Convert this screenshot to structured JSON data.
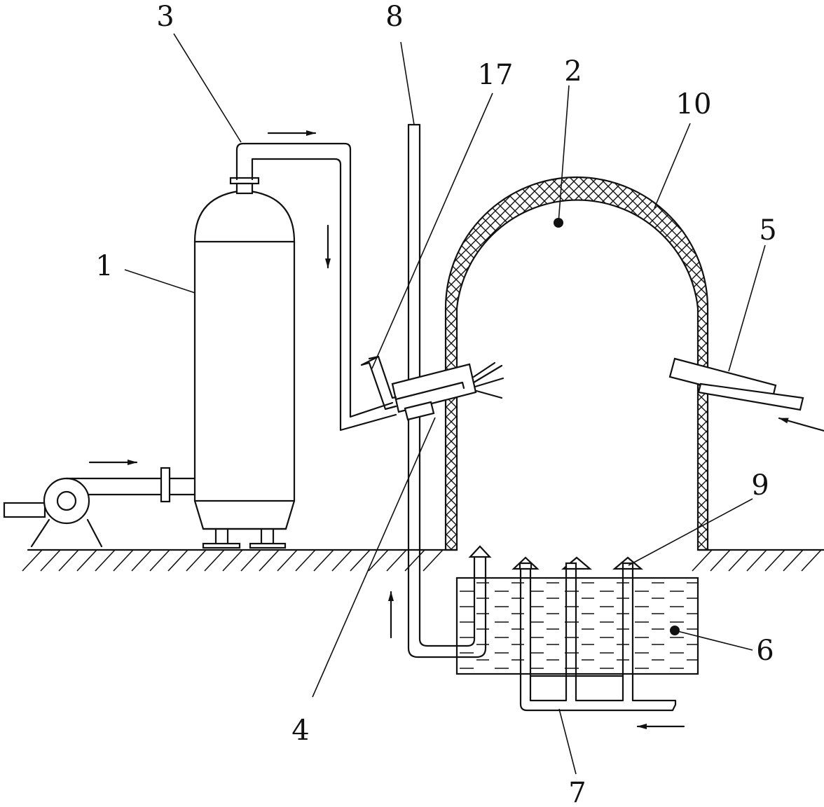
{
  "figure": {
    "background_color": "#ffffff",
    "line_color": "#111111"
  },
  "labels": {
    "tank": "1",
    "chamber": "2",
    "gas_pipe": "3",
    "burner": "4",
    "side_inlet": "5",
    "liquid_pool": "6",
    "bottom_pipe": "7",
    "vertical_pipe": "8",
    "nozzle_caps": "9",
    "insulation_wall": "10",
    "bent_tube": "17"
  },
  "flow_arrows": [
    {
      "id": "pump-to-tank",
      "direction": "right"
    },
    {
      "id": "tank-top-pipe",
      "direction": "right"
    },
    {
      "id": "descending-pipe",
      "direction": "down"
    },
    {
      "id": "vertical-pipe-up",
      "direction": "up"
    },
    {
      "id": "bottom-pipe-in",
      "direction": "left"
    },
    {
      "id": "side-inlet-in",
      "direction": "left"
    }
  ]
}
